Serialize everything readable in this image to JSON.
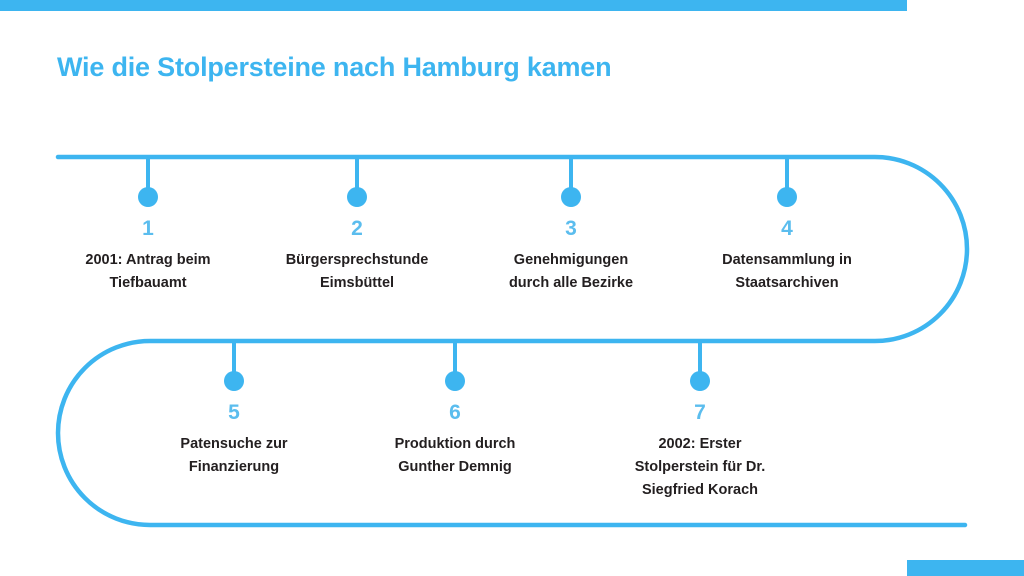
{
  "slide": {
    "title": "Wie die Stolpersteine nach Hamburg kamen",
    "accent_color": "#3DB5F0",
    "number_color": "#5BBDEE",
    "label_color": "#231F20",
    "background_color": "#FFFFFF"
  },
  "timeline": {
    "rows": [
      {
        "name": "row-top",
        "items": [
          {
            "number": "1",
            "label": "2001: Antrag beim\nTiefbauamt"
          },
          {
            "number": "2",
            "label": "Bürgersprechstunde\nEimsbüttel"
          },
          {
            "number": "3",
            "label": "Genehmigungen\ndurch alle Bezirke"
          },
          {
            "number": "4",
            "label": "Datensammlung in\nStaatsarchiven"
          }
        ]
      },
      {
        "name": "row-bottom",
        "items": [
          {
            "number": "5",
            "label": "Patensuche zur\nFinanzierung"
          },
          {
            "number": "6",
            "label": "Produktion durch\nGunther Demnig"
          },
          {
            "number": "7",
            "label": "2002: Erster\nStolperstein für Dr.\nSiegfried Korach"
          }
        ]
      }
    ]
  }
}
